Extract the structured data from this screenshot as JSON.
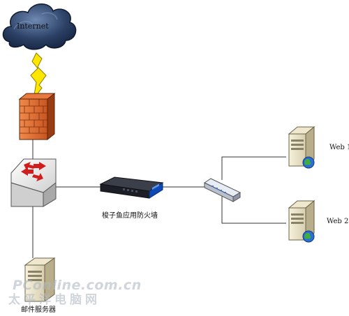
{
  "nodes": {
    "internet": "Internet",
    "waf": "梭子鱼应用防火墙",
    "web1": "Web 1",
    "web2": "Web 2",
    "mail_server": "邮件服务器"
  },
  "watermark": {
    "site": "PConline.com.cn",
    "cn": "太平洋电脑网"
  }
}
